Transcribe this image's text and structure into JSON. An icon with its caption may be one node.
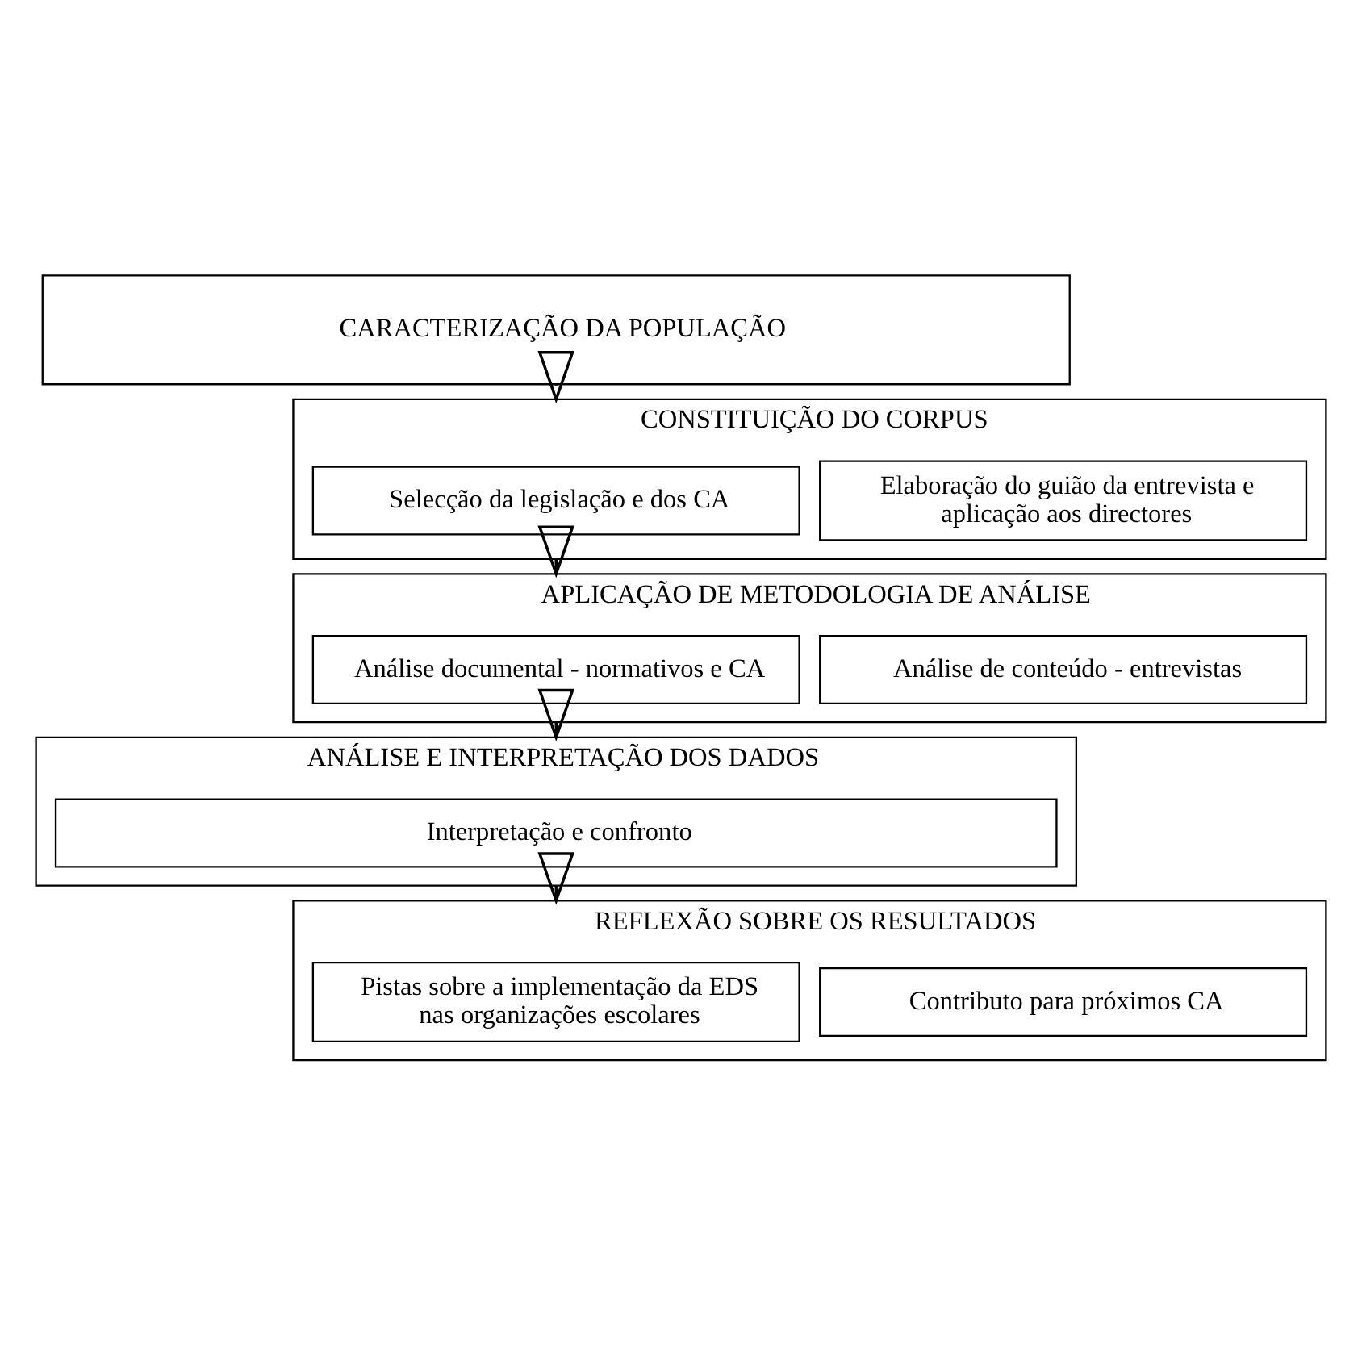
{
  "diagram": {
    "nodes": [
      {
        "text": [
          "CARACTERIZAÇÃO DA POPULAÇÃO"
        ]
      },
      {
        "text": [
          "CONSTITUIÇÃO DO CORPUS"
        ]
      },
      {
        "text": [
          "Selecção da legislação e dos CA"
        ],
        "in": 1
      },
      {
        "text": [
          "Elaboração do guião da entrevista e aplicação aos directores"
        ],
        "in": 1
      },
      {
        "text": [
          "APLICAÇÃO DE METODOLOGIA DE ANÁLISE"
        ]
      },
      {
        "text": [
          "Análise documental - normativos e CA"
        ],
        "in": 4
      },
      {
        "text": [
          "Análise de conteúdo - entrevistas"
        ],
        "in": 4
      },
      {
        "text": [
          "ANÁLISE E INTERPRETAÇÃO DOS DADOS"
        ]
      },
      {
        "text": [
          "Interpretação e confronto"
        ],
        "in": 7
      },
      {
        "text": [
          "REFLEXÃO SOBRE OS RESULTADOS"
        ]
      },
      {
        "text": [
          "Pistas sobre a implementação da EDS nas organizações escolares"
        ],
        "in": 9
      },
      {
        "text": [
          "Contributo para próximos CA"
        ],
        "in": 9
      }
    ],
    "edges": [
      {
        "from": 0,
        "to": 1,
        "arrow": "to"
      },
      {
        "from": 1,
        "to": 4,
        "arrow": "to"
      },
      {
        "from": 4,
        "to": 7,
        "arrow": "to"
      },
      {
        "from": 7,
        "to": 9,
        "arrow": "to"
      }
    ]
  }
}
